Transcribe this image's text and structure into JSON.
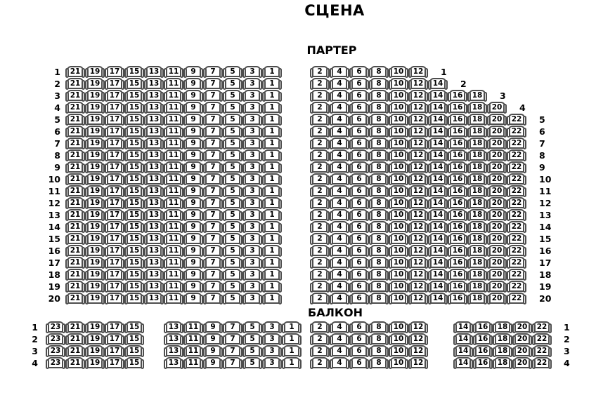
{
  "stage": {
    "label": "СЦЕНА"
  },
  "parterre": {
    "title": "ПАРТЕР",
    "row_count": 20,
    "row_labels": [
      "1",
      "2",
      "3",
      "4",
      "5",
      "6",
      "7",
      "8",
      "9",
      "10",
      "11",
      "12",
      "13",
      "14",
      "15",
      "16",
      "17",
      "18",
      "19",
      "20"
    ],
    "left_block_columns": [
      21,
      19,
      17,
      15,
      13,
      11,
      9,
      7,
      5,
      3,
      1
    ],
    "right_block_columns": [
      2,
      4,
      6,
      8,
      10,
      12,
      14,
      16,
      18,
      20,
      22
    ],
    "right_block_last_seat_per_row": [
      12,
      14,
      18,
      20,
      22,
      22,
      22,
      22,
      22,
      22,
      22,
      22,
      22,
      22,
      22,
      22,
      22,
      22,
      22,
      22
    ]
  },
  "balcony": {
    "title": "БАЛКОН",
    "row_count": 4,
    "row_labels": [
      "1",
      "2",
      "3",
      "4"
    ],
    "blocks": [
      {
        "name": "left",
        "columns": [
          23,
          21,
          19,
          17,
          15
        ]
      },
      {
        "name": "center-left",
        "columns": [
          13,
          11,
          9,
          7,
          5,
          3,
          1
        ]
      },
      {
        "name": "center-right",
        "columns": [
          2,
          4,
          6,
          8,
          10,
          12
        ]
      },
      {
        "name": "right",
        "columns": [
          14,
          16,
          18,
          20,
          22
        ]
      }
    ]
  },
  "colors": {
    "background": "#ffffff",
    "seat_outline": "#4d4d4d",
    "text": "#000000"
  }
}
